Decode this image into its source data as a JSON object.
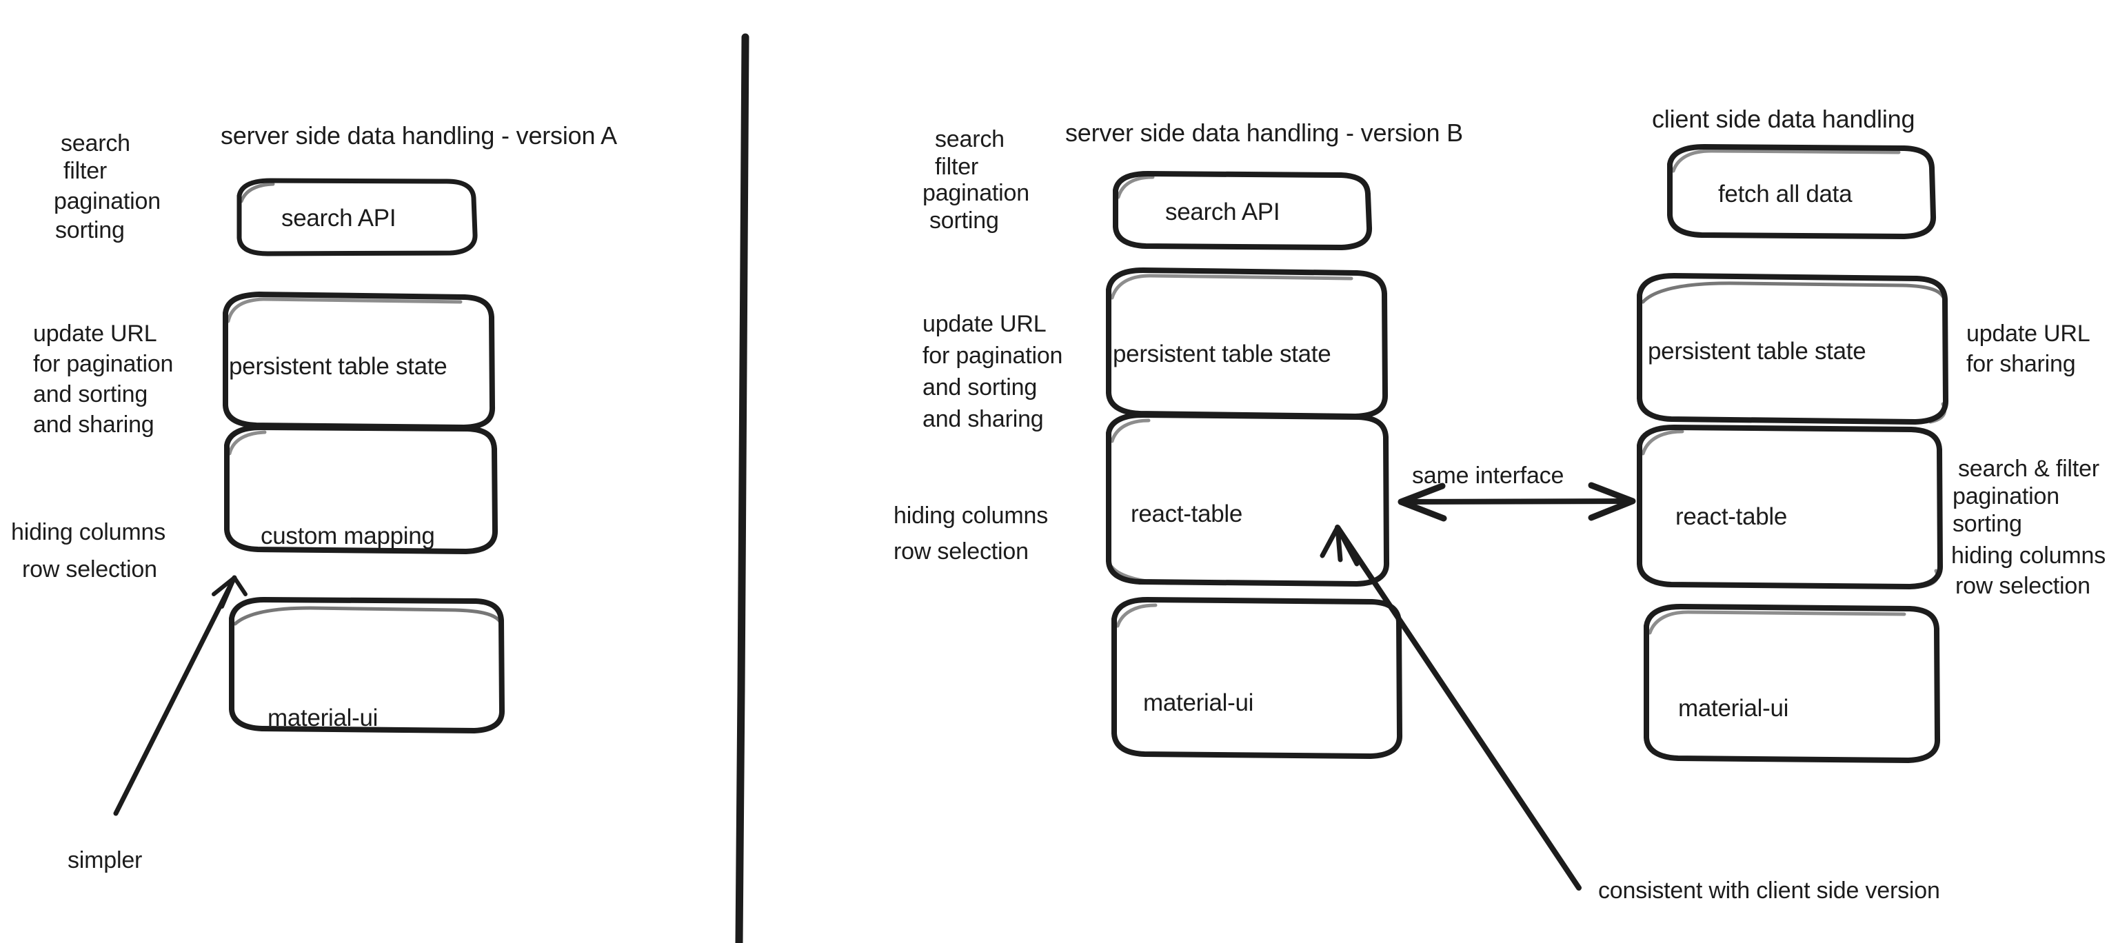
{
  "diagram": {
    "kind": "hand-drawn-sketch",
    "stroke_color": "#1c1c1c",
    "background_color": "#ffffff",
    "divider_label": "vertical-divider"
  },
  "panel_a": {
    "title": "server side data handling - version A",
    "left_notes_top": [
      "search",
      "filter",
      "pagination",
      "sorting"
    ],
    "left_notes_mid": [
      "update URL",
      "for pagination",
      "and sorting",
      "and sharing"
    ],
    "left_notes_low": [
      "hiding columns",
      "row selection"
    ],
    "boxes": [
      {
        "label": "search API"
      },
      {
        "label": "persistent table state"
      },
      {
        "label": "custom mapping"
      },
      {
        "label": "material-ui"
      }
    ],
    "callout": "simpler"
  },
  "panel_b": {
    "title": "server side data handling - version B",
    "left_notes_top": [
      "search",
      "filter",
      "pagination",
      "sorting"
    ],
    "left_notes_mid": [
      "update URL",
      "for pagination",
      "and sorting",
      "and sharing"
    ],
    "left_notes_low": [
      "hiding columns",
      "row selection"
    ],
    "boxes": [
      {
        "label": "search API"
      },
      {
        "label": "persistent table state"
      },
      {
        "label": "react-table"
      },
      {
        "label": "material-ui"
      }
    ],
    "callout": "consistent with client side version"
  },
  "bridge": {
    "label": "same interface"
  },
  "panel_c": {
    "title": "client side data handling",
    "boxes": [
      {
        "label": "fetch all data"
      },
      {
        "label": "persistent table state"
      },
      {
        "label": "react-table"
      },
      {
        "label": "material-ui"
      }
    ],
    "right_notes_mid": [
      "update URL",
      "for sharing"
    ],
    "right_notes_low": [
      "search & filter",
      "pagination",
      "sorting",
      "hiding columns",
      "row selection"
    ]
  }
}
